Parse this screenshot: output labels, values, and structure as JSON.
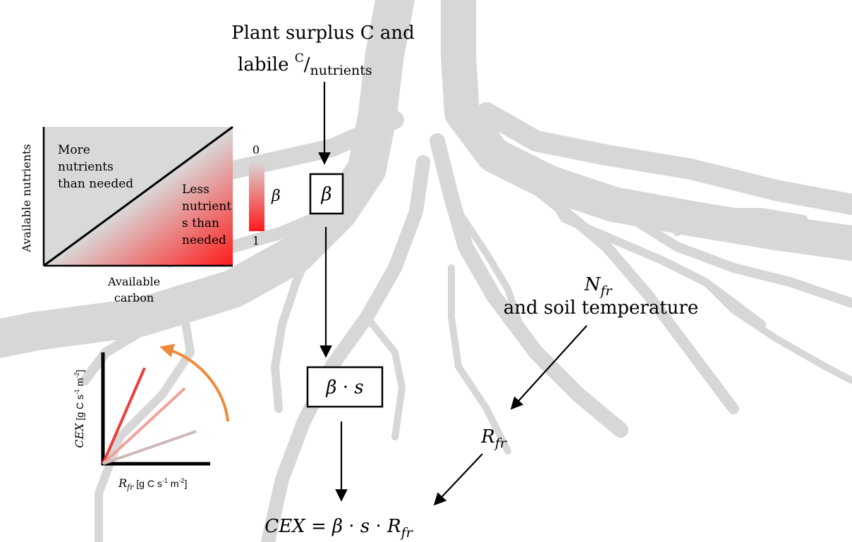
{
  "top_input": {
    "line1": "Plant surplus C and",
    "line2_prefix": "labile ",
    "line2_sup": "C",
    "line2_slash": "/",
    "line2_sub": "nutrients"
  },
  "beta_box": {
    "symbol": "β"
  },
  "beta_s_box": {
    "beta": "β",
    "dot": " · ",
    "s": "s"
  },
  "nfr_input": {
    "N": "N",
    "sub": "fr",
    "line2": "and soil temperature"
  },
  "rfr_node": {
    "R": "R",
    "sub": "fr"
  },
  "final_equation": {
    "lhs": "CEX",
    "eq": " = ",
    "beta": "β",
    "dot1": " · ",
    "s": "s",
    "dot2": " · ",
    "R": "R",
    "sub": "fr"
  },
  "beta_panel": {
    "ylabel": "Available nutrients",
    "xlabel_line1": "Available",
    "xlabel_line2": "carbon",
    "upper_region": [
      "More",
      "nutrients",
      "than needed"
    ],
    "lower_region": [
      "Less",
      "nutrient",
      "s than",
      "needed"
    ],
    "colorbar_min": "0",
    "colorbar_max": "1",
    "colorbar_symbol": "β",
    "colors": {
      "low": "#d9d9d9",
      "high": "#ff1a1a"
    }
  },
  "cex_panel": {
    "ylabel_var": "CEX",
    "ylabel_units": " [g C s",
    "ylabel_exp1": "-1",
    "ylabel_mid": " m",
    "ylabel_exp2": "-2",
    "ylabel_end": "]",
    "xlabel_R": "R",
    "xlabel_sub": "fr",
    "xlabel_units": " [g C s",
    "xlabel_exp1": "-1",
    "xlabel_mid": " m",
    "xlabel_exp2": "-2",
    "xlabel_end": "]",
    "line_colors": [
      "#ef3b3b",
      "#f2a09a",
      "#cdb9b9"
    ],
    "arrow_color": "#ef8a3a"
  }
}
